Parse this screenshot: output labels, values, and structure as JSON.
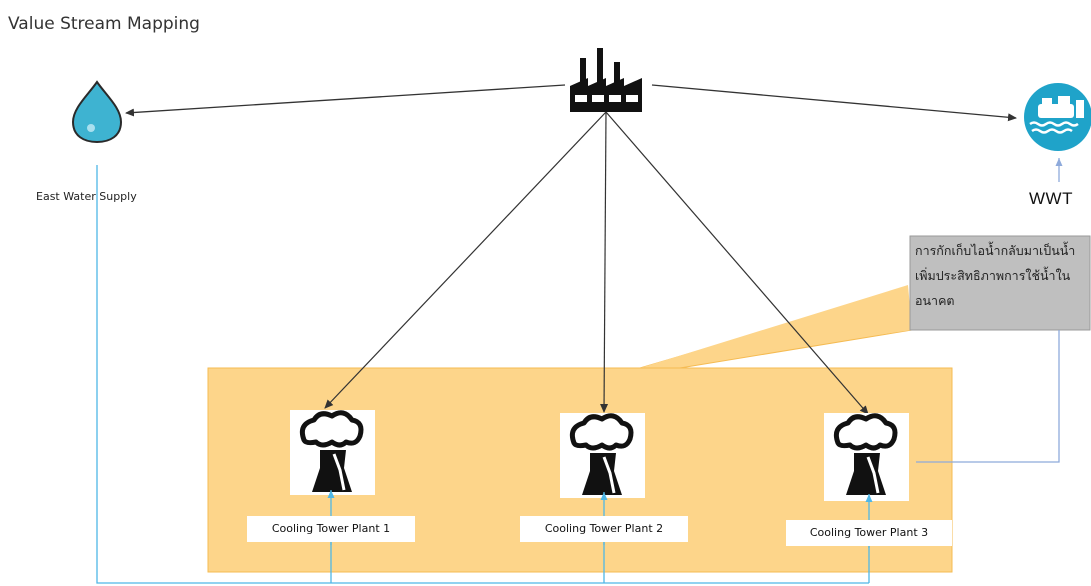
{
  "title": "Value Stream Mapping",
  "nodes": {
    "water_supply": {
      "label": "East Water Supply",
      "icon": "water-drop-icon"
    },
    "factory": {
      "icon": "factory-icon"
    },
    "wwt": {
      "label": "WWT",
      "icon": "wastewater-treatment-icon"
    }
  },
  "plants": [
    {
      "label": "Cooling Tower Plant 1",
      "icon": "cooling-tower-icon"
    },
    {
      "label": "Cooling Tower Plant 2",
      "icon": "cooling-tower-icon"
    },
    {
      "label": "Cooling Tower Plant 3",
      "icon": "cooling-tower-icon"
    }
  ],
  "callout": {
    "text": "การกักเก็บไอน้ำกลับมาเป็นน้ำเพิ่มประสิทธิภาพการใช้น้ำในอนาคต"
  },
  "colors": {
    "highlight_fill": "#fdd58a",
    "highlight_border": "#f5bb52",
    "callout_fill": "#bfbfbf",
    "water_line": "#4fb7e6",
    "wwt_line": "#8eaadb",
    "drop_fill": "#3eb3d1",
    "wwt_fill": "#1fa3c9",
    "arrow": "#333333"
  }
}
